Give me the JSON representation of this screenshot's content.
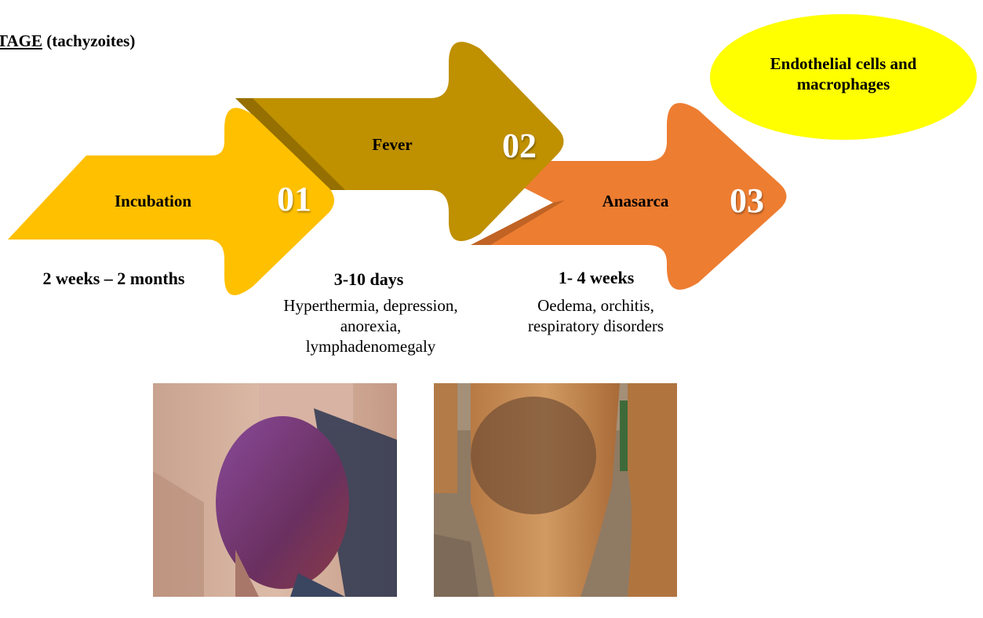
{
  "stage_title": {
    "prefix": "TAGE",
    "suffix": " (tachyzoites)"
  },
  "target_cells": "Endothelial cells and macrophages",
  "phases": [
    {
      "number": "01",
      "label": "Incubation",
      "duration": "2 weeks – 2 months",
      "signs": "",
      "color": "#FFC000"
    },
    {
      "number": "02",
      "label": "Fever",
      "duration": "3-10 days",
      "signs": "Hyperthermia, depression, anorexia, lymphadenomegaly",
      "color": "#BF9000"
    },
    {
      "number": "03",
      "label": "Anasarca",
      "duration": "1- 4 weeks",
      "signs": "Oedema, orchitis, respiratory disorders",
      "color": "#ED7D31"
    }
  ],
  "colors": {
    "ellipse": "#FFFF00",
    "text": "#000000",
    "number_text": "#FFFFFF"
  }
}
